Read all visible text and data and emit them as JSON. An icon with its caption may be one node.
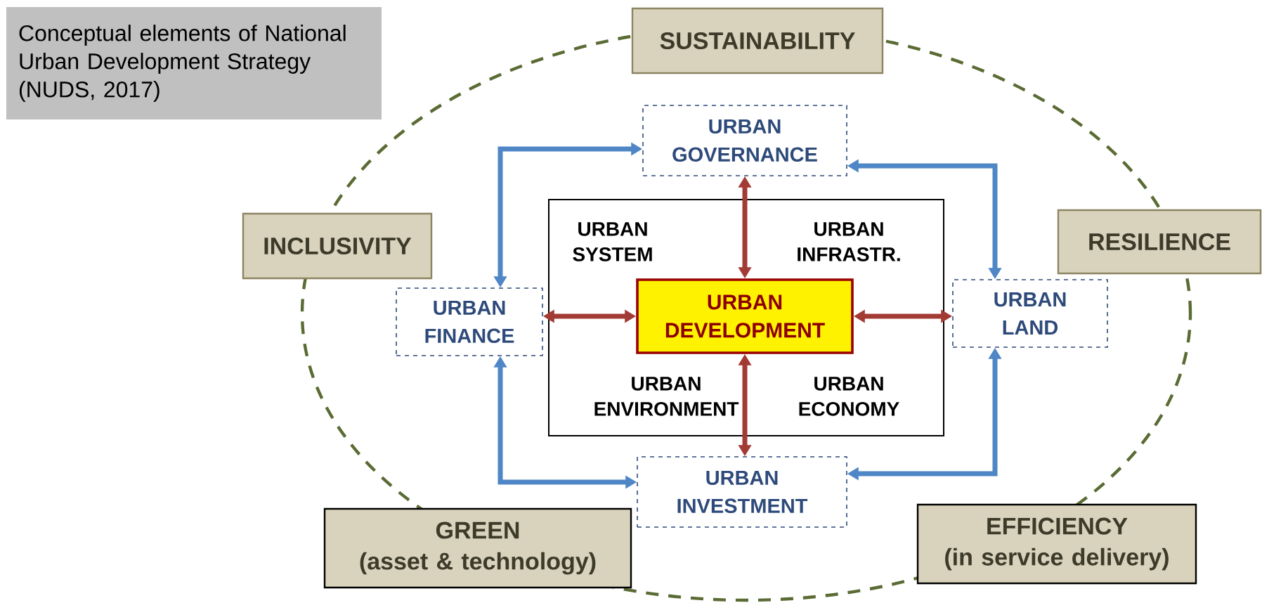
{
  "diagram": {
    "nodes": [
      {
        "text": [
          "Conceptual elements of National Urban Development Strategy (NUDS, 2017)"
        ]
      },
      {
        "text": [
          "SUSTAINABILITY"
        ]
      },
      {
        "text": [
          "URBAN GOVERNANCE"
        ]
      },
      {
        "text": [
          "INCLUSIVITY"
        ]
      },
      {
        "text": [
          "RESILIENCE"
        ]
      },
      {
        "text": [
          "URBAN FINANCE"
        ]
      },
      {
        "text": [
          "URBAN SYSTEM",
          "URBAN INFRASTR.",
          "URBAN ENVIRONMENT",
          "URBAN ECONOMY"
        ]
      },
      {
        "text": [
          "URBAN DEVELOPMENT"
        ],
        "in": 6
      },
      {
        "text": [
          "URBAN LAND"
        ]
      },
      {
        "text": [
          "URBAN INVESTMENT"
        ]
      },
      {
        "text": [
          "GREEN",
          "(asset & technology)"
        ]
      },
      {
        "text": [
          "EFFICIENCY",
          "(in service delivery)"
        ]
      }
    ],
    "edges": [
      {
        "from": 7,
        "to": 2,
        "arrow": "both",
        "color": "#a33b35"
      },
      {
        "from": 7,
        "to": 5,
        "arrow": "both",
        "color": "#a33b35"
      },
      {
        "from": 7,
        "to": 8,
        "arrow": "both",
        "color": "#a33b35"
      },
      {
        "from": 7,
        "to": 9,
        "arrow": "both",
        "color": "#a33b35"
      },
      {
        "from": 2,
        "to": 5,
        "arrow": "both",
        "color": "#4f86c6"
      },
      {
        "from": 2,
        "to": 8,
        "arrow": "both",
        "color": "#4f86c6"
      },
      {
        "from": 5,
        "to": 9,
        "arrow": "both",
        "color": "#4f86c6"
      },
      {
        "from": 8,
        "to": 9,
        "arrow": "both",
        "color": "#4f86c6"
      }
    ]
  }
}
